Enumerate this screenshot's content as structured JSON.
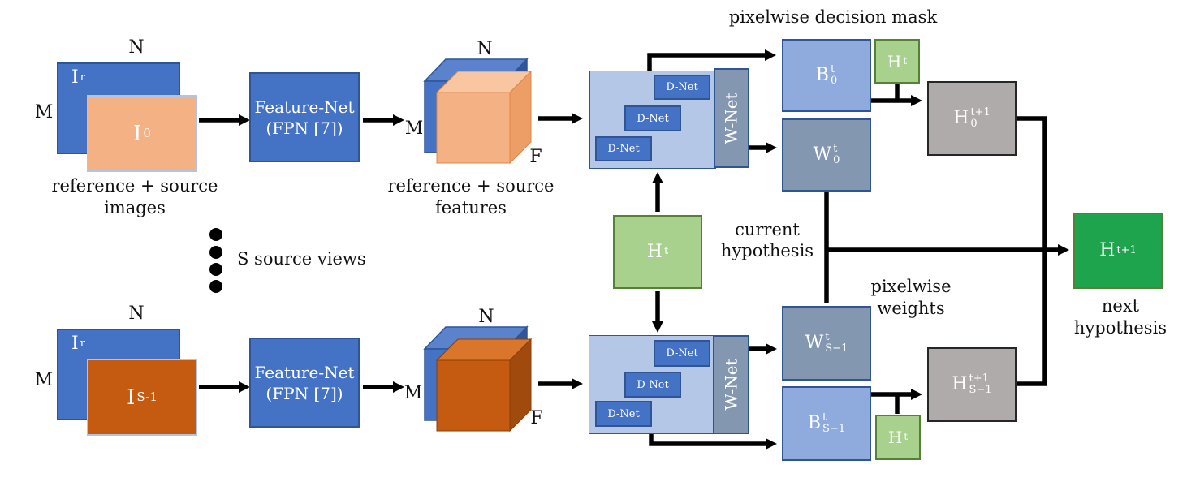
{
  "colors": {
    "box_blue": "#4472C4",
    "box_blue_border": "#2F5597",
    "peach": "#F4B183",
    "dark_orange": "#C55A11",
    "container_blue": "#B4C7E7",
    "slate_blue": "#8497B0",
    "periwinkle": "#8FAADC",
    "green_light": "#A9D18E",
    "green_dark": "#1EA44C",
    "green_border": "#538135",
    "gray_box": "#AFABAB",
    "arrow": "#000000"
  },
  "captions": {
    "pixelwise_decision_mask": "pixelwise decision mask",
    "current_hypothesis": [
      "current",
      "hypothesis"
    ],
    "pixelwise_weights": "pixelwise weights",
    "next_hypothesis": "next hypothesis",
    "s_source_views": "S source views",
    "ref_src_images": [
      "reference + source",
      "images"
    ],
    "ref_src_features": [
      "reference + source",
      "features"
    ]
  },
  "top": {
    "n": "N",
    "m": "M",
    "cube": {
      "n": "N",
      "m": "M",
      "f": "F"
    },
    "i_ref": {
      "base": "I",
      "sub": "r"
    },
    "i_src": {
      "base": "I",
      "sub": "0"
    },
    "feature_net": [
      "Feature-Net",
      "(FPN [7])"
    ],
    "d_net": "D-Net",
    "w_net": "W-Net",
    "b": {
      "base": "B",
      "sup": "t",
      "sub": "0"
    },
    "w": {
      "base": "W",
      "sup": "t",
      "sub": "0"
    },
    "h_in": {
      "base": "H",
      "sup": "t"
    },
    "h_out": {
      "base": "H",
      "sup": "t+1",
      "sub": "0"
    }
  },
  "bottom": {
    "n": "N",
    "m": "M",
    "cube": {
      "n": "N",
      "m": "M",
      "f": "F"
    },
    "i_ref": {
      "base": "I",
      "sub": "r"
    },
    "i_src": {
      "base": "I",
      "sub": "S-1"
    },
    "feature_net": [
      "Feature-Net",
      "(FPN [7])"
    ],
    "d_net": "D-Net",
    "w_net": "W-Net",
    "w": {
      "base": "W",
      "sup": "t",
      "sub": "S−1"
    },
    "b": {
      "base": "B",
      "sup": "t",
      "sub": "S−1"
    },
    "h_in": {
      "base": "H",
      "sup": "t"
    },
    "h_out": {
      "base": "H",
      "sup": "t+1",
      "sub": "S−1"
    }
  },
  "middle": {
    "h_current": {
      "base": "H",
      "sup": "t"
    }
  },
  "output": {
    "h_next": {
      "base": "H",
      "sup": "t+1"
    }
  }
}
